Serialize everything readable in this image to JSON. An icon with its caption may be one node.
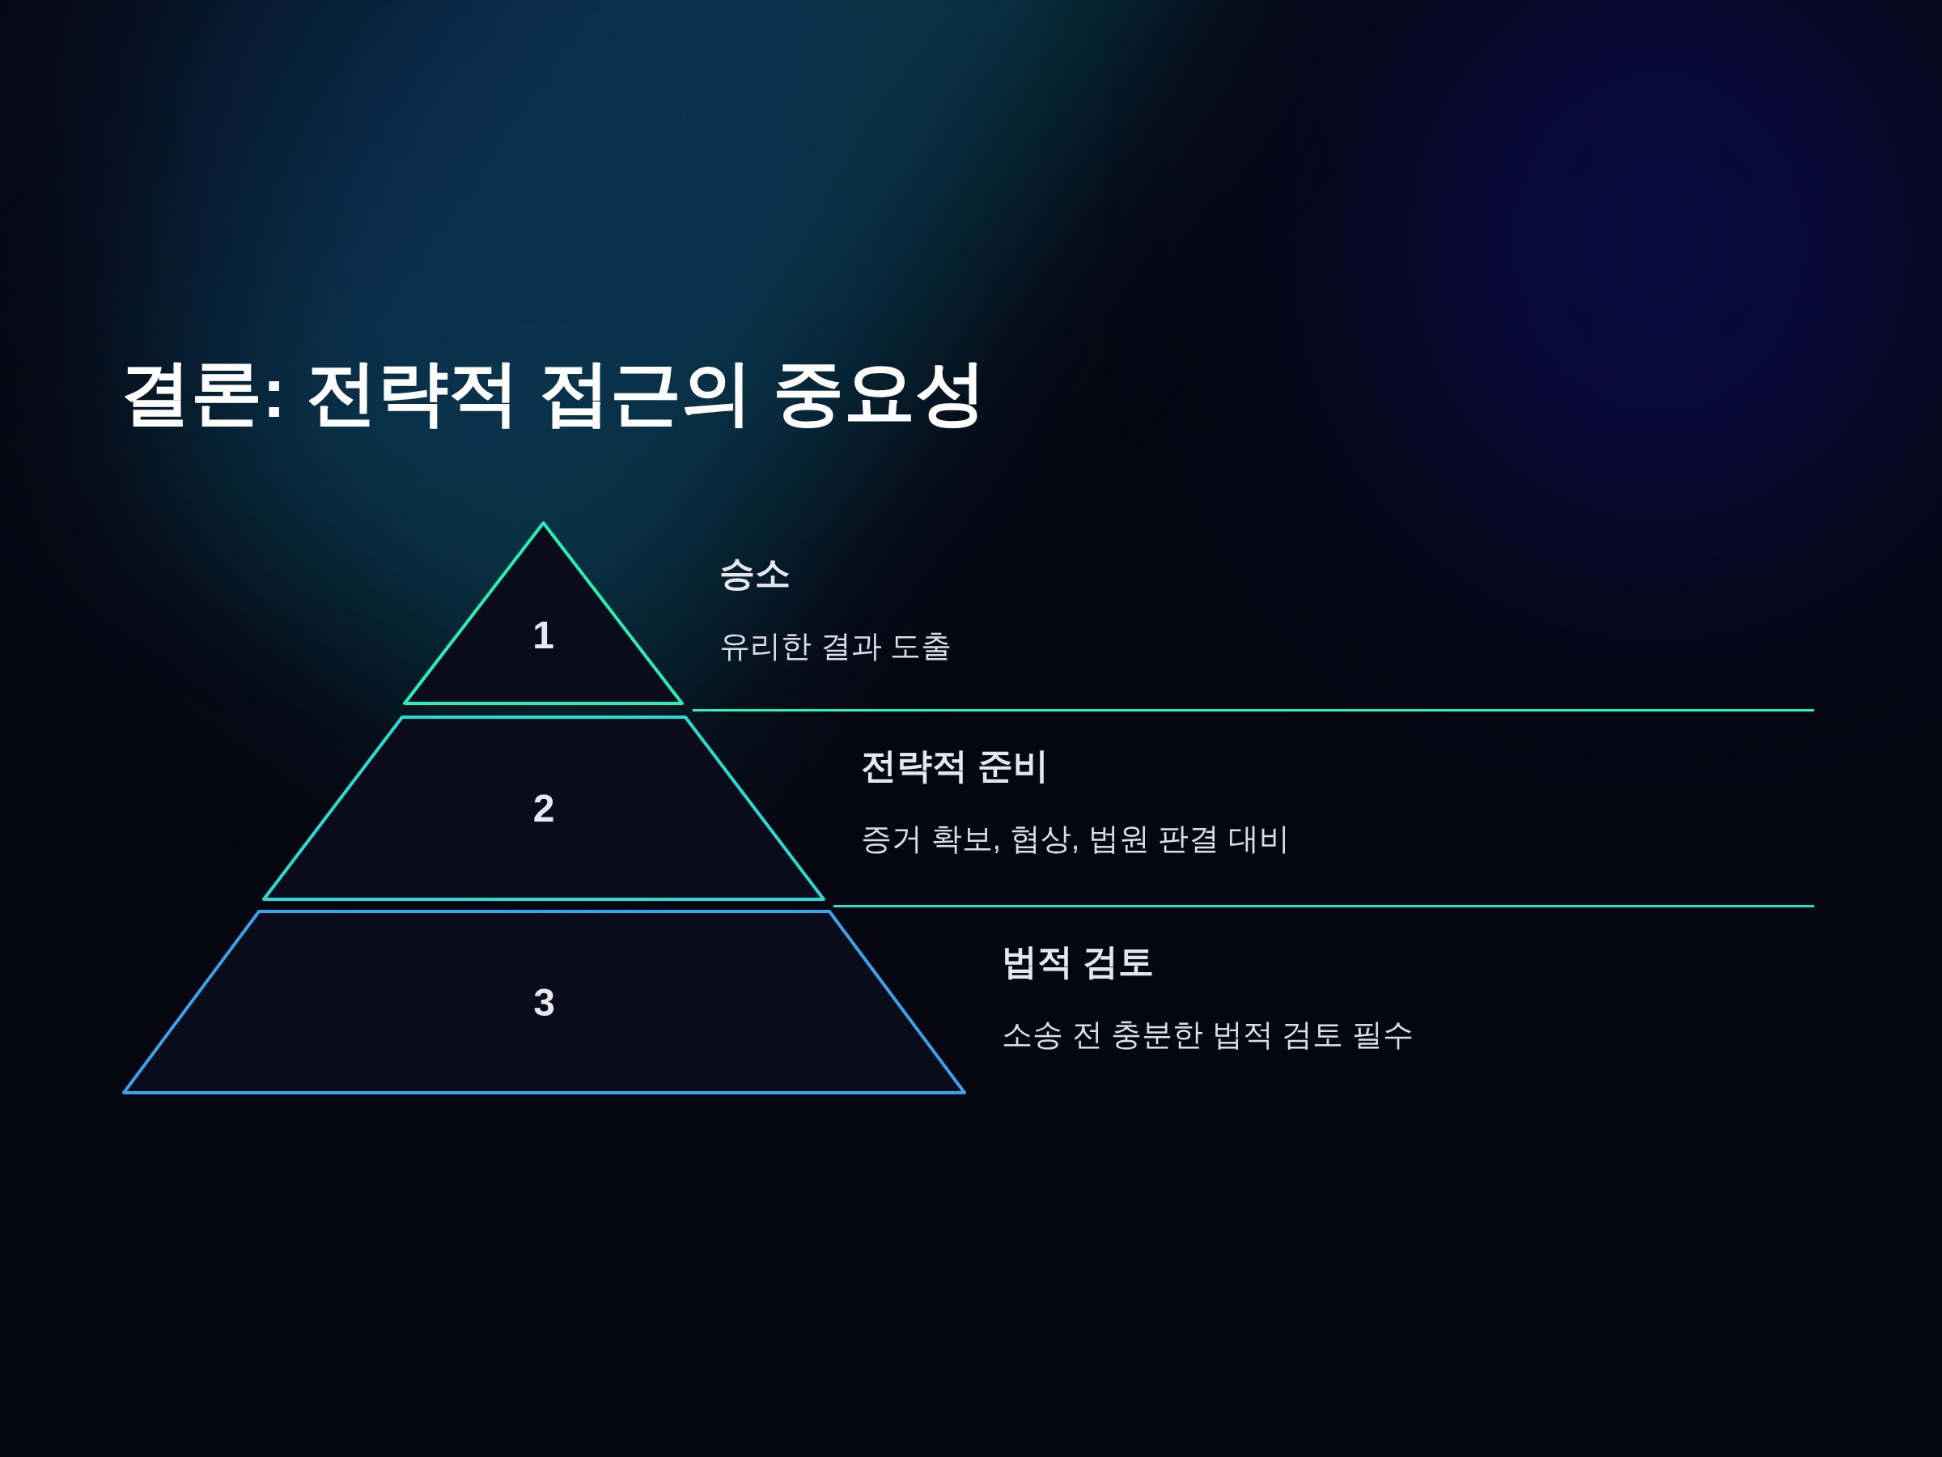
{
  "diagram": {
    "title": "결론: 전략적 접근의 중요성",
    "nodes": [
      {
        "text": [
          "1"
        ],
        "beside": [
          "승소",
          "유리한 결과 도출"
        ]
      },
      {
        "text": [
          "2"
        ],
        "beside": [
          "전략적 준비",
          "증거 확보, 협상, 법원 판결 대비"
        ]
      },
      {
        "text": [
          "3"
        ],
        "beside": [
          "법적 검토",
          "소송 전 충분한 법적 검토 필수"
        ]
      }
    ]
  }
}
